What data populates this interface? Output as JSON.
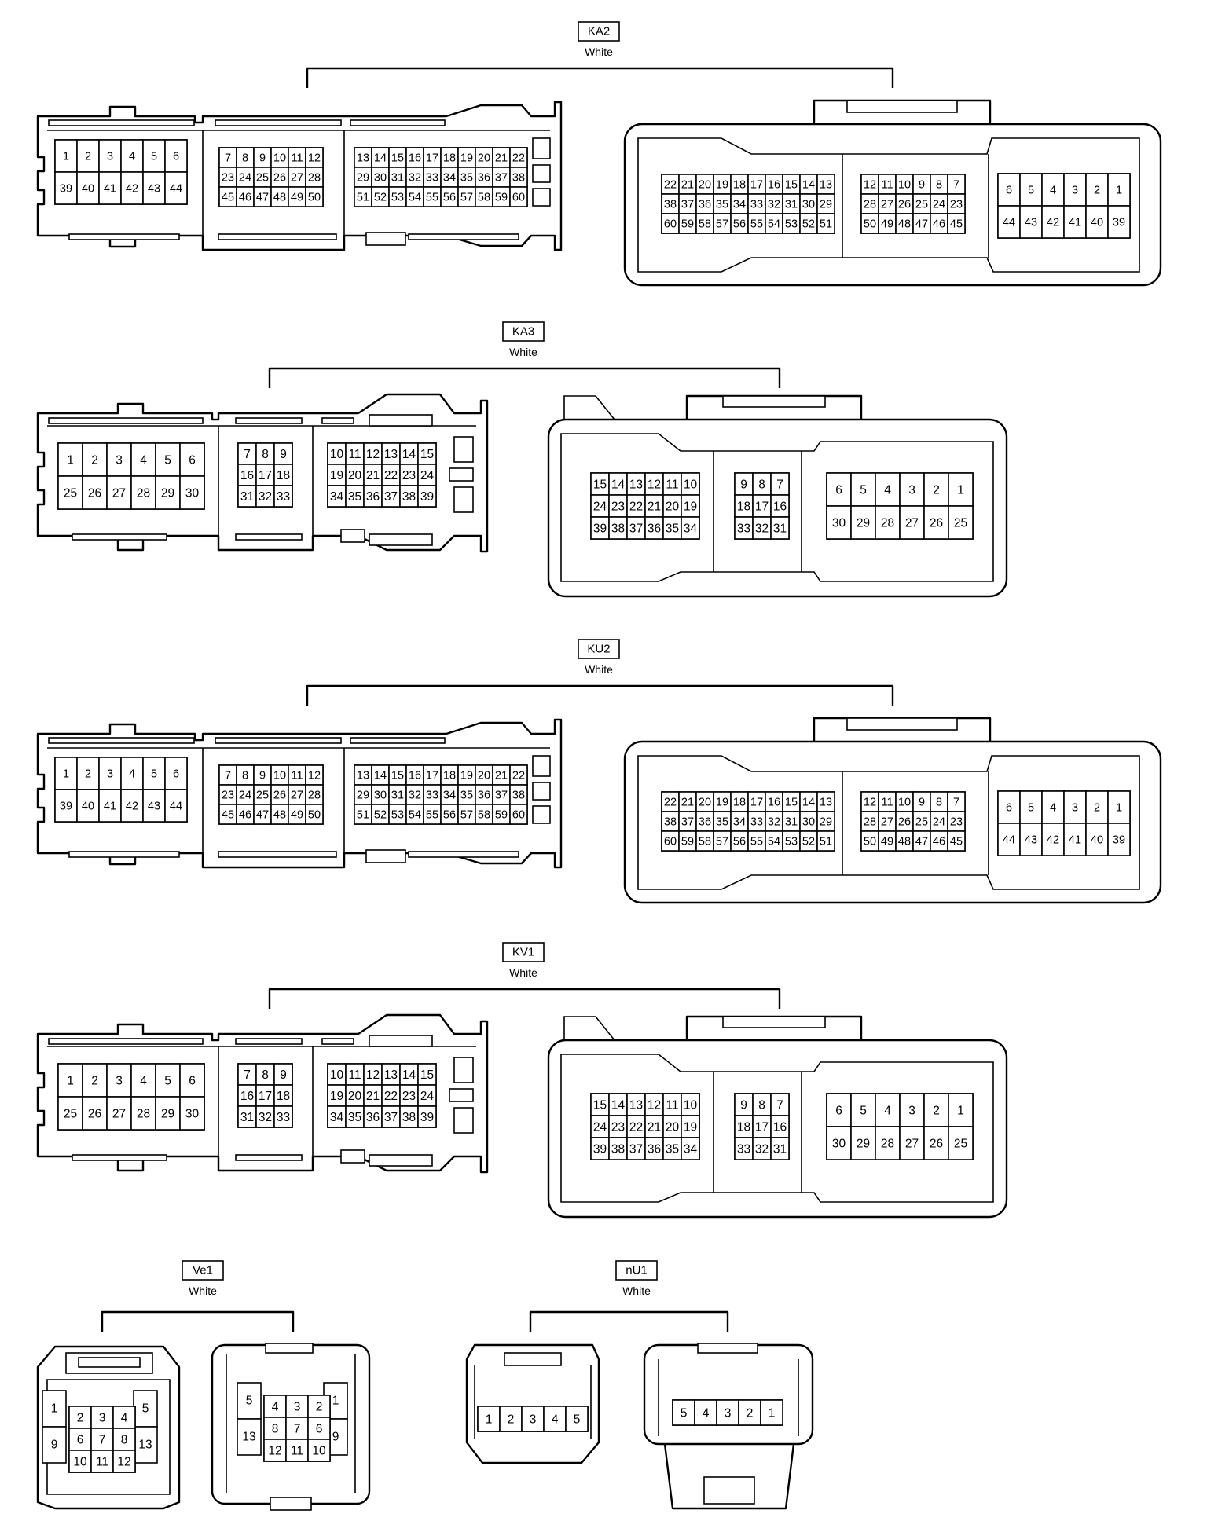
{
  "connectors": [
    {
      "id": "KA2",
      "color": "White",
      "style": "large60",
      "left": {
        "blocks": [
          {
            "rows": [
              [
                "1",
                "2",
                "3",
                "4",
                "5",
                "6"
              ],
              [
                "39",
                "40",
                "41",
                "42",
                "43",
                "44"
              ]
            ]
          },
          {
            "rows": [
              [
                "7",
                "8",
                "9",
                "10",
                "11",
                "12"
              ],
              [
                "23",
                "24",
                "25",
                "26",
                "27",
                "28"
              ],
              [
                "45",
                "46",
                "47",
                "48",
                "49",
                "50"
              ]
            ]
          },
          {
            "rows": [
              [
                "13",
                "14",
                "15",
                "16",
                "17",
                "18",
                "19",
                "20",
                "21",
                "22"
              ],
              [
                "29",
                "30",
                "31",
                "32",
                "33",
                "34",
                "35",
                "36",
                "37",
                "38"
              ],
              [
                "51",
                "52",
                "53",
                "54",
                "55",
                "56",
                "57",
                "58",
                "59",
                "60"
              ]
            ]
          }
        ]
      },
      "right": {
        "blocks": [
          {
            "rows": [
              [
                "22",
                "21",
                "20",
                "19",
                "18",
                "17",
                "16",
                "15",
                "14",
                "13"
              ],
              [
                "38",
                "37",
                "36",
                "35",
                "34",
                "33",
                "32",
                "31",
                "30",
                "29"
              ],
              [
                "60",
                "59",
                "58",
                "57",
                "56",
                "55",
                "54",
                "53",
                "52",
                "51"
              ]
            ]
          },
          {
            "rows": [
              [
                "12",
                "11",
                "10",
                "9",
                "8",
                "7"
              ],
              [
                "28",
                "27",
                "26",
                "25",
                "24",
                "23"
              ],
              [
                "50",
                "49",
                "48",
                "47",
                "46",
                "45"
              ]
            ]
          },
          {
            "rows": [
              [
                "6",
                "5",
                "4",
                "3",
                "2",
                "1"
              ],
              [
                "44",
                "43",
                "42",
                "41",
                "40",
                "39"
              ]
            ]
          }
        ]
      }
    },
    {
      "id": "KA3",
      "color": "White",
      "style": "medium39",
      "left": {
        "blocks": [
          {
            "rows": [
              [
                "1",
                "2",
                "3",
                "4",
                "5",
                "6"
              ],
              [
                "25",
                "26",
                "27",
                "28",
                "29",
                "30"
              ]
            ]
          },
          {
            "rows": [
              [
                "7",
                "8",
                "9"
              ],
              [
                "16",
                "17",
                "18"
              ],
              [
                "31",
                "32",
                "33"
              ]
            ]
          },
          {
            "rows": [
              [
                "10",
                "11",
                "12",
                "13",
                "14",
                "15"
              ],
              [
                "19",
                "20",
                "21",
                "22",
                "23",
                "24"
              ],
              [
                "34",
                "35",
                "36",
                "37",
                "38",
                "39"
              ]
            ]
          }
        ]
      },
      "right": {
        "blocks": [
          {
            "rows": [
              [
                "15",
                "14",
                "13",
                "12",
                "11",
                "10"
              ],
              [
                "24",
                "23",
                "22",
                "21",
                "20",
                "19"
              ],
              [
                "39",
                "38",
                "37",
                "36",
                "35",
                "34"
              ]
            ]
          },
          {
            "rows": [
              [
                "9",
                "8",
                "7"
              ],
              [
                "18",
                "17",
                "16"
              ],
              [
                "33",
                "32",
                "31"
              ]
            ]
          },
          {
            "rows": [
              [
                "6",
                "5",
                "4",
                "3",
                "2",
                "1"
              ],
              [
                "30",
                "29",
                "28",
                "27",
                "26",
                "25"
              ]
            ]
          }
        ]
      }
    },
    {
      "id": "KU2",
      "color": "White",
      "style": "large60",
      "left": {
        "blocks": [
          {
            "rows": [
              [
                "1",
                "2",
                "3",
                "4",
                "5",
                "6"
              ],
              [
                "39",
                "40",
                "41",
                "42",
                "43",
                "44"
              ]
            ]
          },
          {
            "rows": [
              [
                "7",
                "8",
                "9",
                "10",
                "11",
                "12"
              ],
              [
                "23",
                "24",
                "25",
                "26",
                "27",
                "28"
              ],
              [
                "45",
                "46",
                "47",
                "48",
                "49",
                "50"
              ]
            ]
          },
          {
            "rows": [
              [
                "13",
                "14",
                "15",
                "16",
                "17",
                "18",
                "19",
                "20",
                "21",
                "22"
              ],
              [
                "29",
                "30",
                "31",
                "32",
                "33",
                "34",
                "35",
                "36",
                "37",
                "38"
              ],
              [
                "51",
                "52",
                "53",
                "54",
                "55",
                "56",
                "57",
                "58",
                "59",
                "60"
              ]
            ]
          }
        ]
      },
      "right": {
        "blocks": [
          {
            "rows": [
              [
                "22",
                "21",
                "20",
                "19",
                "18",
                "17",
                "16",
                "15",
                "14",
                "13"
              ],
              [
                "38",
                "37",
                "36",
                "35",
                "34",
                "33",
                "32",
                "31",
                "30",
                "29"
              ],
              [
                "60",
                "59",
                "58",
                "57",
                "56",
                "55",
                "54",
                "53",
                "52",
                "51"
              ]
            ]
          },
          {
            "rows": [
              [
                "12",
                "11",
                "10",
                "9",
                "8",
                "7"
              ],
              [
                "28",
                "27",
                "26",
                "25",
                "24",
                "23"
              ],
              [
                "50",
                "49",
                "48",
                "47",
                "46",
                "45"
              ]
            ]
          },
          {
            "rows": [
              [
                "6",
                "5",
                "4",
                "3",
                "2",
                "1"
              ],
              [
                "44",
                "43",
                "42",
                "41",
                "40",
                "39"
              ]
            ]
          }
        ]
      }
    },
    {
      "id": "KV1",
      "color": "White",
      "style": "medium39",
      "left": {
        "blocks": [
          {
            "rows": [
              [
                "1",
                "2",
                "3",
                "4",
                "5",
                "6"
              ],
              [
                "25",
                "26",
                "27",
                "28",
                "29",
                "30"
              ]
            ]
          },
          {
            "rows": [
              [
                "7",
                "8",
                "9"
              ],
              [
                "16",
                "17",
                "18"
              ],
              [
                "31",
                "32",
                "33"
              ]
            ]
          },
          {
            "rows": [
              [
                "10",
                "11",
                "12",
                "13",
                "14",
                "15"
              ],
              [
                "19",
                "20",
                "21",
                "22",
                "23",
                "24"
              ],
              [
                "34",
                "35",
                "36",
                "37",
                "38",
                "39"
              ]
            ]
          }
        ]
      },
      "right": {
        "blocks": [
          {
            "rows": [
              [
                "15",
                "14",
                "13",
                "12",
                "11",
                "10"
              ],
              [
                "24",
                "23",
                "22",
                "21",
                "20",
                "19"
              ],
              [
                "39",
                "38",
                "37",
                "36",
                "35",
                "34"
              ]
            ]
          },
          {
            "rows": [
              [
                "9",
                "8",
                "7"
              ],
              [
                "18",
                "17",
                "16"
              ],
              [
                "33",
                "32",
                "31"
              ]
            ]
          },
          {
            "rows": [
              [
                "6",
                "5",
                "4",
                "3",
                "2",
                "1"
              ],
              [
                "30",
                "29",
                "28",
                "27",
                "26",
                "25"
              ]
            ]
          }
        ]
      }
    },
    {
      "id": "Ve1",
      "color": "White",
      "style": "small13",
      "left": {
        "side_a": [
          "1",
          "9"
        ],
        "center": [
          [
            "2",
            "3",
            "4"
          ],
          [
            "6",
            "7",
            "8"
          ],
          [
            "10",
            "11",
            "12"
          ]
        ],
        "side_b": [
          "5",
          "13"
        ]
      },
      "right": {
        "side_a": [
          "5",
          "13"
        ],
        "center": [
          [
            "4",
            "3",
            "2"
          ],
          [
            "8",
            "7",
            "6"
          ],
          [
            "12",
            "11",
            "10"
          ]
        ],
        "side_b": [
          "1",
          "9"
        ]
      }
    },
    {
      "id": "nU1",
      "color": "White",
      "style": "small5",
      "left": {
        "pins": [
          "1",
          "2",
          "3",
          "4",
          "5"
        ]
      },
      "right": {
        "pins": [
          "5",
          "4",
          "3",
          "2",
          "1"
        ]
      }
    }
  ]
}
